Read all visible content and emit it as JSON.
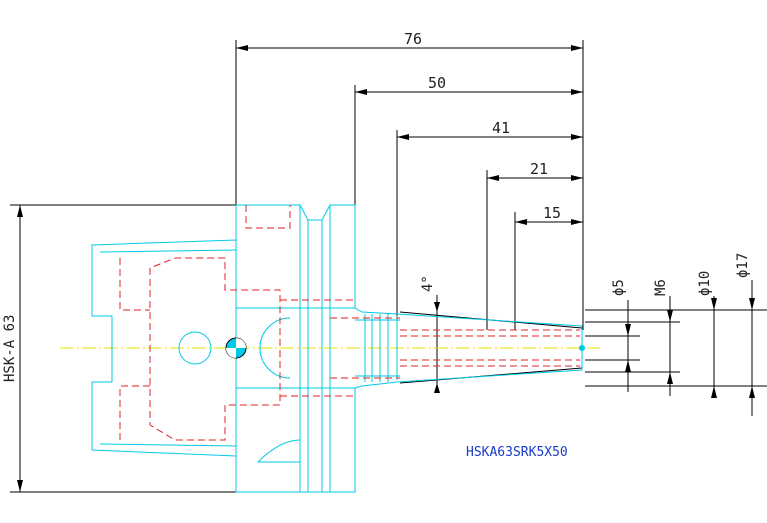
{
  "dimensions": {
    "total_length": "76",
    "length_50": "50",
    "length_41": "41",
    "length_21": "21",
    "length_15": "15",
    "taper_angle": "4°",
    "diameter_5": "ϕ5",
    "thread_m6": "M6",
    "diameter_10": "ϕ10",
    "diameter_17": "ϕ17",
    "interface": "HSK-A 63"
  },
  "part_code": "HSKA63SRK5X50",
  "colors": {
    "outline": "#00c8e6",
    "hidden": "#e02020",
    "dimension": "#000000",
    "centerline": "#e6e600",
    "label": "#1a3cc8"
  }
}
